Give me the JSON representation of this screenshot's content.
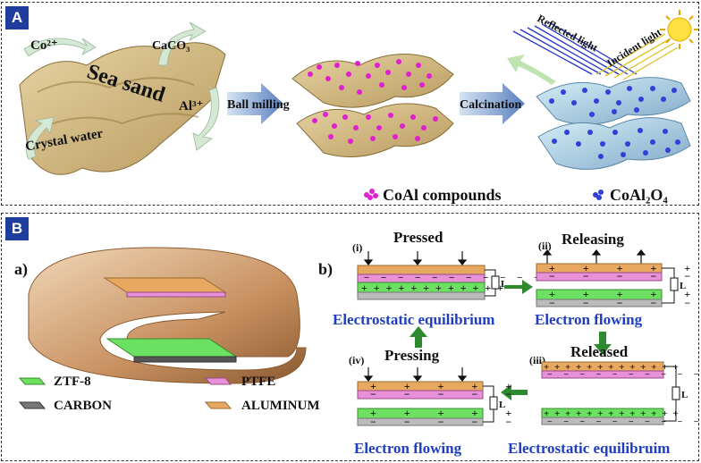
{
  "panel_a": {
    "tag": "A",
    "ion_co": "Co²⁺",
    "caco3": "CaCO₃",
    "sea_sand": "Sea sand",
    "ion_al": "Al³⁺",
    "crystal_water": "Crystal water",
    "step1": "Ball milling",
    "step2": "Calcination",
    "reflected": "Reflected light",
    "incident": "Incident light",
    "legend_coal": "CoAl compounds",
    "legend_coal2o4": "CoAl₂O₄",
    "colors": {
      "sand": "#d8c08a",
      "magenta": "#e020d0",
      "blue": "#3040d8"
    }
  },
  "panel_b": {
    "tag": "B",
    "sub_a": "a)",
    "sub_b": "b)",
    "legend": [
      {
        "label": "ZTF-8",
        "color": "#6ce060"
      },
      {
        "label": "PTFE",
        "color": "#e890d8"
      },
      {
        "label": "CARBON",
        "color": "#777777"
      },
      {
        "label": "ALUMINUM",
        "color": "#e8a860"
      }
    ],
    "states": {
      "i": {
        "num": "(i)",
        "title": "Pressed",
        "caption": "Electrostatic equilibrium"
      },
      "ii": {
        "num": "(ii)",
        "title": "Releasing",
        "caption": "Electron flowing"
      },
      "iii": {
        "num": "(iii)",
        "title": "Released",
        "caption": "Electrostatic equilibruim"
      },
      "iv": {
        "num": "(iv)",
        "title": "Pressing",
        "caption": "Electron flowing"
      }
    },
    "load": "L",
    "charge_plus": "+",
    "charge_minus": "−"
  }
}
